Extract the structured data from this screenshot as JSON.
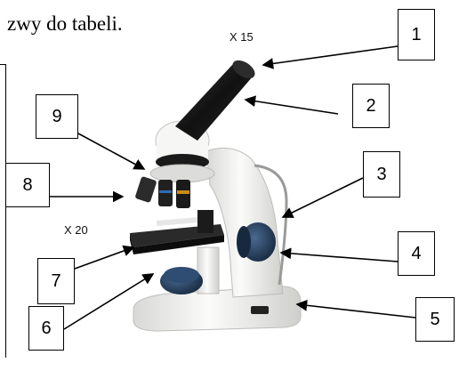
{
  "heading": "zwy do tabeli.",
  "magnifications": {
    "eyepiece": "X 15",
    "objective": "X 20"
  },
  "labels": [
    "1",
    "2",
    "3",
    "4",
    "5",
    "6",
    "7",
    "8",
    "9"
  ],
  "colors": {
    "microscope_body": "#f1f1ef",
    "eyepiece_tube": "#1c1c1c",
    "stage": "#1a1a1a",
    "focus_knob": "#1f3550",
    "lamp_knob": "#233c5c"
  }
}
